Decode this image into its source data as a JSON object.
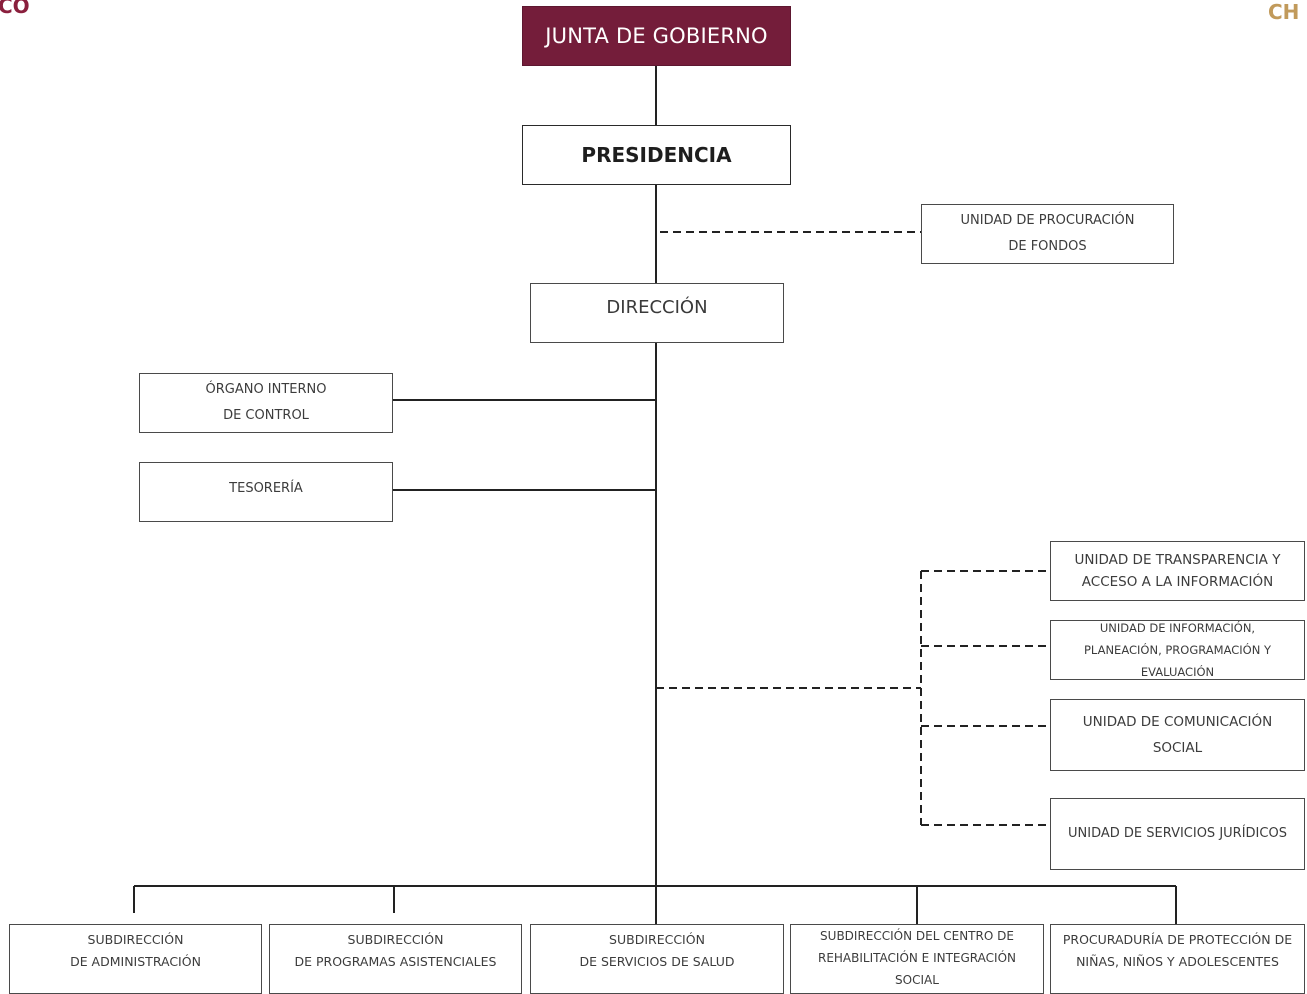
{
  "logos": {
    "left": "CO",
    "right": "CH"
  },
  "colors": {
    "brand": "#741d3a",
    "logo_left": "#8a1f3d",
    "logo_right": "#c19a5b",
    "line": "#222222"
  },
  "org": {
    "junta": "JUNTA DE GOBIERNO",
    "presidencia": "PRESIDENCIA",
    "procuracion": "UNIDAD DE PROCURACIÓN\nDE FONDOS",
    "direccion": "DIRECCIÓN",
    "organo_interno": "ÓRGANO INTERNO\nDE CONTROL",
    "tesoreria": "TESORERÍA",
    "transparencia": "UNIDAD DE TRANSPARENCIA Y\nACCESO A LA INFORMACIÓN",
    "informacion": "UNIDAD DE INFORMACIÓN,\nPLANEACIÓN, PROGRAMACIÓN Y\nEVALUACIÓN",
    "comunicacion": "UNIDAD DE COMUNICACIÓN\nSOCIAL",
    "juridicos": "UNIDAD DE SERVICIOS JURÍDICOS",
    "sub_administracion": "SUBDIRECCIÓN\nDE ADMINISTRACIÓN",
    "sub_programas": "SUBDIRECCIÓN\nDE PROGRAMAS ASISTENCIALES",
    "sub_salud": "SUBDIRECCIÓN\nDE SERVICIOS DE SALUD",
    "sub_rehabilitacion": "SUBDIRECCIÓN DEL CENTRO DE\nREHABILITACIÓN E INTEGRACIÓN\nSOCIAL",
    "procuraduria": "PROCURADURÍA DE PROTECCIÓN DE\nNIÑAS, NIÑOS Y ADOLESCENTES"
  }
}
